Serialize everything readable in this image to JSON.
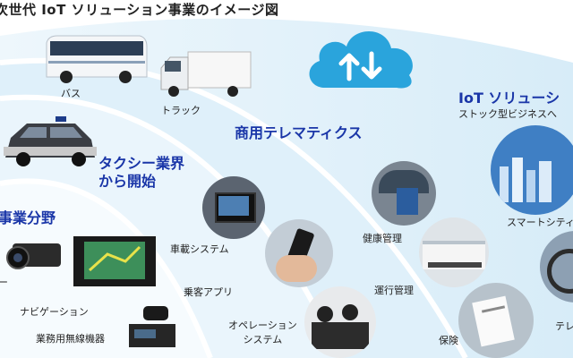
{
  "title": "次世代 IoT ソリューション事業のイメージ図",
  "colors": {
    "heading": "#1a36a8",
    "cloud": "#29a8e0",
    "band_outer": "#e4f2fa",
    "band_mid": "#d3ebf8",
    "band_inner": "#f2f9fd"
  },
  "sections": {
    "business": {
      "heading": "事業分野",
      "items": [
        "ナビゲーション",
        "業務用無線機器"
      ],
      "marker": "ー"
    },
    "taxi": {
      "heading_line1": "タクシー業界",
      "heading_line2": "から開始",
      "items": [
        "車載システム",
        "乗客アプリ",
        "オペレーション",
        "システム"
      ]
    },
    "telematics": {
      "heading": "商用テレマティクス",
      "items": [
        "健康管理",
        "運行管理",
        "保険"
      ]
    },
    "iot": {
      "heading": "IoT ソリューシ",
      "subheading": "ストック型ビジネスへ",
      "items": [
        "スマートシティ",
        "テレ"
      ]
    },
    "vehicles": {
      "bus": "バス",
      "truck": "トラック"
    }
  },
  "icons": [
    "cloud-upload-download-icon"
  ]
}
